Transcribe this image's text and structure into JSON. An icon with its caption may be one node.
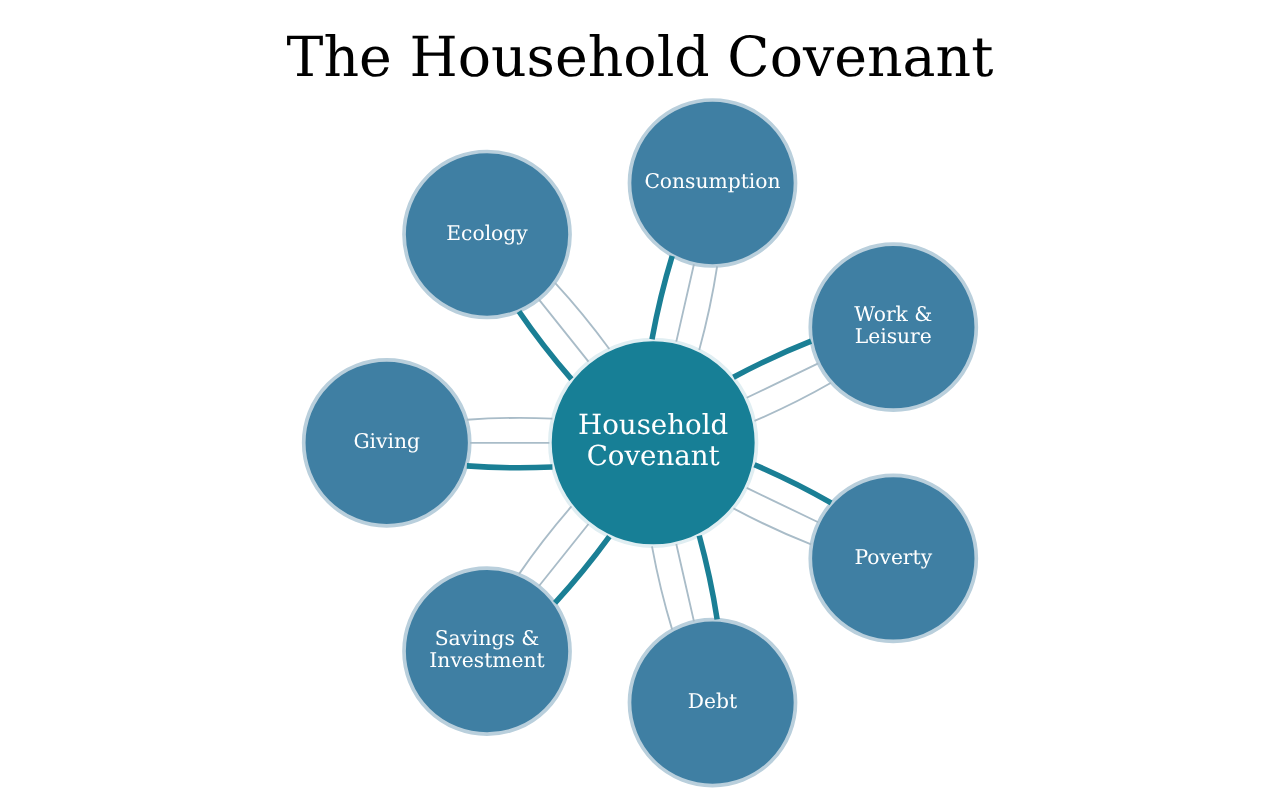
{
  "diagram": {
    "title": "The Household Covenant",
    "nodes": [
      {
        "text": [
          "Household Covenant"
        ]
      },
      {
        "text": [
          "Work & Leisure"
        ]
      },
      {
        "text": [
          "Consumption"
        ]
      },
      {
        "text": [
          "Ecology"
        ]
      },
      {
        "text": [
          "Giving"
        ]
      },
      {
        "text": [
          "Savings & Investment"
        ]
      },
      {
        "text": [
          "Debt"
        ]
      },
      {
        "text": [
          "Poverty"
        ]
      }
    ],
    "edges": [
      {
        "from": 0,
        "to": 1,
        "arrow": "none",
        "style": "thick",
        "color": "#1a7f95"
      },
      {
        "from": 0,
        "to": 1,
        "arrow": "none"
      },
      {
        "from": 0,
        "to": 1,
        "arrow": "none"
      },
      {
        "from": 0,
        "to": 2,
        "arrow": "none",
        "style": "thick",
        "color": "#1a7f95"
      },
      {
        "from": 0,
        "to": 2,
        "arrow": "none"
      },
      {
        "from": 0,
        "to": 2,
        "arrow": "none"
      },
      {
        "from": 0,
        "to": 3,
        "arrow": "none",
        "style": "thick",
        "color": "#1a7f95"
      },
      {
        "from": 0,
        "to": 3,
        "arrow": "none"
      },
      {
        "from": 0,
        "to": 3,
        "arrow": "none"
      },
      {
        "from": 0,
        "to": 4,
        "arrow": "none",
        "style": "thick",
        "color": "#1a7f95"
      },
      {
        "from": 0,
        "to": 4,
        "arrow": "none"
      },
      {
        "from": 0,
        "to": 4,
        "arrow": "none"
      },
      {
        "from": 0,
        "to": 5,
        "arrow": "none",
        "style": "thick",
        "color": "#1a7f95"
      },
      {
        "from": 0,
        "to": 5,
        "arrow": "none"
      },
      {
        "from": 0,
        "to": 5,
        "arrow": "none"
      },
      {
        "from": 0,
        "to": 6,
        "arrow": "none",
        "style": "thick",
        "color": "#1a7f95"
      },
      {
        "from": 0,
        "to": 6,
        "arrow": "none"
      },
      {
        "from": 0,
        "to": 6,
        "arrow": "none"
      },
      {
        "from": 0,
        "to": 7,
        "arrow": "none",
        "style": "thick",
        "color": "#1a7f95"
      },
      {
        "from": 0,
        "to": 7,
        "arrow": "none"
      },
      {
        "from": 0,
        "to": 7,
        "arrow": "none"
      }
    ]
  }
}
